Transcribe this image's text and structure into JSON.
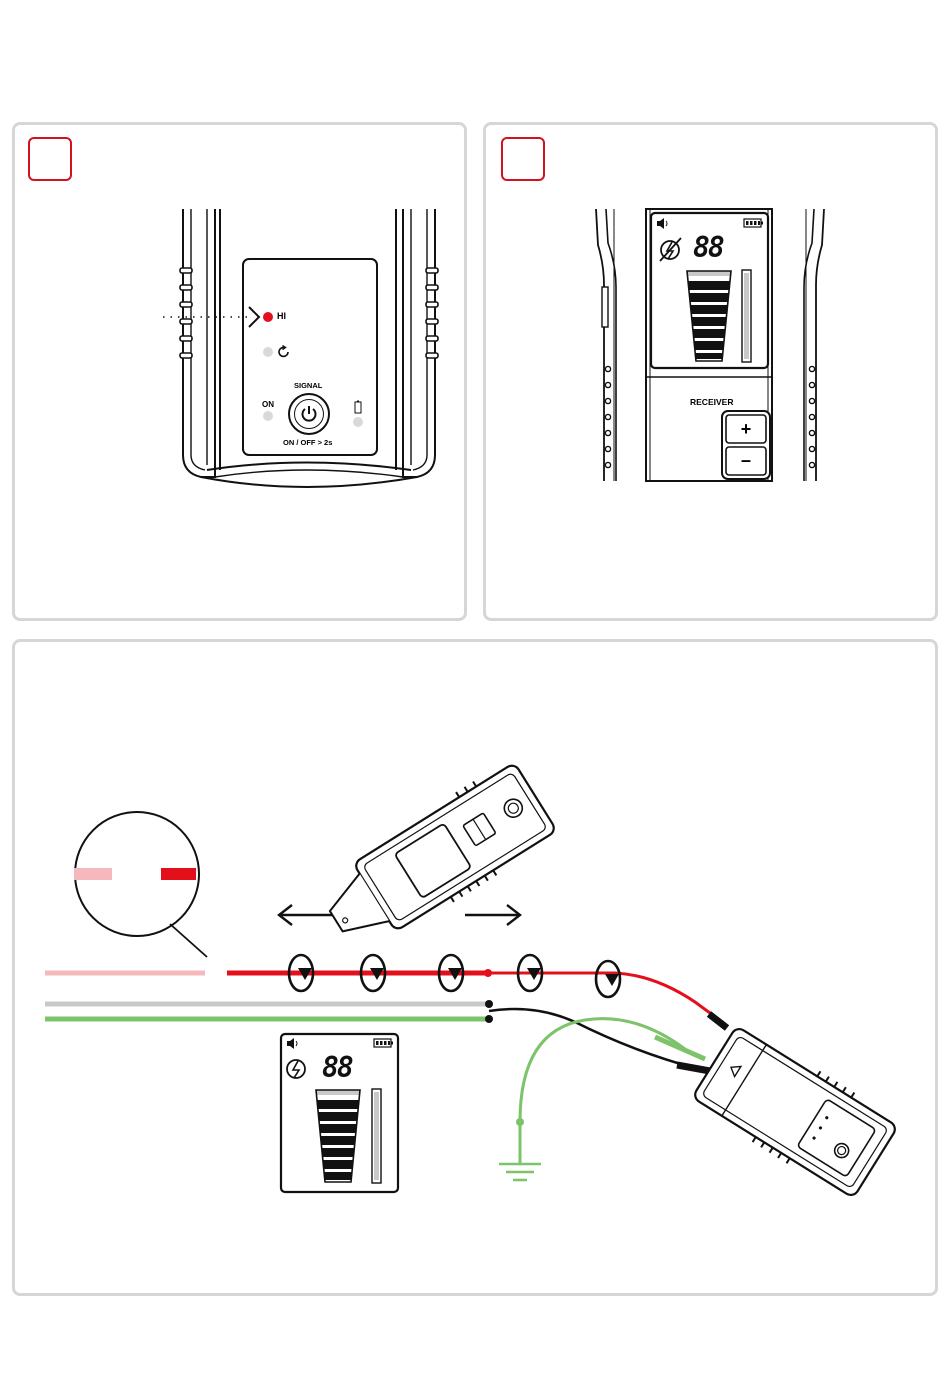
{
  "panels": [
    {
      "id": "step-1",
      "step_label": ""
    },
    {
      "id": "step-2",
      "step_label": ""
    },
    {
      "id": "setup",
      "step_label": ""
    }
  ],
  "transmitter": {
    "led_hi_label": "HI",
    "led_on_label": "ON",
    "signal_label": "SIGNAL",
    "power_caption": "ON / OFF > 2s",
    "colors": {
      "led_hi": "#e3101c",
      "led_off": "#d9d9d9"
    }
  },
  "receiver": {
    "display_digits": "88",
    "section_label": "RECEIVER",
    "plus_label": "+",
    "minus_label": "–"
  },
  "setup_display": {
    "display_digits": "88"
  },
  "colors": {
    "accent": "#d3121f",
    "wire_red": "#e3101c",
    "wire_red_faded": "#f4b8bd",
    "wire_gray": "#c8c8c8",
    "wire_green": "#7cc36a",
    "panel_border": "#d6d6d6"
  },
  "icons": [
    "speaker-icon",
    "battery-icon",
    "no-voltage-icon",
    "voltage-icon",
    "power-icon",
    "refresh-icon",
    "ground-icon",
    "arrow-left-icon",
    "arrow-right-icon"
  ]
}
